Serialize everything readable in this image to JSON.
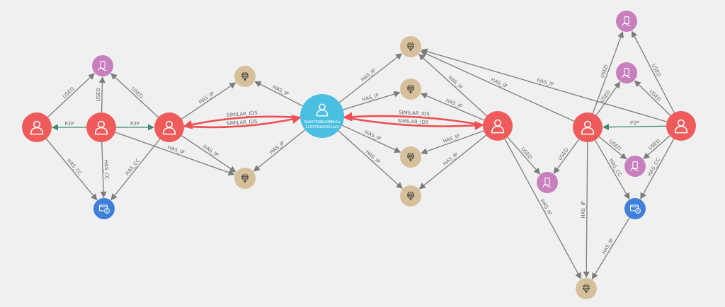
{
  "colors": {
    "person": "#ef5a5a",
    "focus": "#4bbfe1",
    "ip": "#d6c09b",
    "device": "#c77fbe",
    "card": "#3f7fd9",
    "edge": "#7c7c7c",
    "p2p_edge": "#3f8a68",
    "similar_edge": "#ee4f54"
  },
  "icons": {
    "person": "person-icon",
    "focus": "person-icon",
    "ip": "globe-pin-icon",
    "device": "phone-icon",
    "card": "credit-card-icon"
  },
  "nodes": [
    {
      "id": "p1",
      "type": "person"
    },
    {
      "id": "p2",
      "type": "person"
    },
    {
      "id": "p3",
      "type": "person"
    },
    {
      "id": "focus",
      "type": "focus",
      "label_line1": "0b927988b2488b1a",
      "label_line2": "1264793d0321cd0"
    },
    {
      "id": "p4",
      "type": "person"
    },
    {
      "id": "p5",
      "type": "person"
    },
    {
      "id": "p6",
      "type": "person"
    },
    {
      "id": "d1",
      "type": "device"
    },
    {
      "id": "d2",
      "type": "device"
    },
    {
      "id": "d3",
      "type": "device"
    },
    {
      "id": "d4",
      "type": "device"
    },
    {
      "id": "d5",
      "type": "device"
    },
    {
      "id": "c1",
      "type": "card"
    },
    {
      "id": "c2",
      "type": "card"
    },
    {
      "id": "ip1",
      "type": "ip"
    },
    {
      "id": "ip2",
      "type": "ip"
    },
    {
      "id": "ip3",
      "type": "ip"
    },
    {
      "id": "ip4",
      "type": "ip"
    },
    {
      "id": "ip5",
      "type": "ip"
    },
    {
      "id": "ip6",
      "type": "ip"
    },
    {
      "id": "ip7",
      "type": "ip"
    }
  ],
  "edges": [
    {
      "from": "p1",
      "to": "d1",
      "label": "USED"
    },
    {
      "from": "p2",
      "to": "d1",
      "label": "USED"
    },
    {
      "from": "p3",
      "to": "d1",
      "label": "USED"
    },
    {
      "from": "p2",
      "to": "p1",
      "label": "P2P",
      "kind": "p2p"
    },
    {
      "from": "p2",
      "to": "p3",
      "label": "P2P",
      "kind": "p2p"
    },
    {
      "from": "p1",
      "to": "c1",
      "label": "HAS_CC"
    },
    {
      "from": "p2",
      "to": "c1",
      "label": "HAS_CC"
    },
    {
      "from": "p3",
      "to": "c1",
      "label": "HAS_CC"
    },
    {
      "from": "p2",
      "to": "ip2",
      "label": "HAS_IP"
    },
    {
      "from": "p3",
      "to": "ip1",
      "label": "HAS_IP"
    },
    {
      "from": "p3",
      "to": "ip2",
      "label": "HAS_IP"
    },
    {
      "from": "focus",
      "to": "ip1",
      "label": "HAS_IP"
    },
    {
      "from": "focus",
      "to": "ip2",
      "label": "HAS_IP"
    },
    {
      "from": "focus",
      "to": "p3",
      "label": "SIMILAR_IDS",
      "kind": "sim",
      "curve": 1
    },
    {
      "from": "p3",
      "to": "focus",
      "label": "SIMILAR_IDS",
      "kind": "sim",
      "curve": 1
    },
    {
      "from": "focus",
      "to": "p4",
      "label": "SIMILAR_IDS",
      "kind": "sim",
      "curve": 1
    },
    {
      "from": "p4",
      "to": "focus",
      "label": "SIMILAR_IDS",
      "kind": "sim",
      "curve": 1
    },
    {
      "from": "focus",
      "to": "ip3",
      "label": "HAS_IP"
    },
    {
      "from": "focus",
      "to": "ip4",
      "label": "HAS_IP"
    },
    {
      "from": "focus",
      "to": "ip5",
      "label": "HAS_IP"
    },
    {
      "from": "focus",
      "to": "ip6",
      "label": "HAS_IP"
    },
    {
      "from": "p4",
      "to": "ip3",
      "label": "HAS_IP"
    },
    {
      "from": "p4",
      "to": "ip4",
      "label": "HAS_IP"
    },
    {
      "from": "p4",
      "to": "ip5",
      "label": "HAS_IP"
    },
    {
      "from": "p4",
      "to": "ip6",
      "label": "HAS_IP"
    },
    {
      "from": "p4",
      "to": "d4",
      "label": "USED"
    },
    {
      "from": "p4",
      "to": "ip7",
      "label": "HAS_IP"
    },
    {
      "from": "p5",
      "to": "ip3",
      "label": "HAS_IP"
    },
    {
      "from": "p6",
      "to": "ip3",
      "label": "HAS_IP"
    },
    {
      "from": "p5",
      "to": "d2",
      "label": "USED"
    },
    {
      "from": "p5",
      "to": "d3",
      "label": "USED"
    },
    {
      "from": "p5",
      "to": "d4",
      "label": "USED"
    },
    {
      "from": "p5",
      "to": "d5",
      "label": "USED"
    },
    {
      "from": "p5",
      "to": "c2",
      "label": "HAS_CC"
    },
    {
      "from": "p5",
      "to": "ip7",
      "label": "HAS_IP"
    },
    {
      "from": "p6",
      "to": "p5",
      "label": "P2P",
      "kind": "p2p"
    },
    {
      "from": "p6",
      "to": "d2",
      "label": "USED"
    },
    {
      "from": "p6",
      "to": "d3",
      "label": "USED"
    },
    {
      "from": "p6",
      "to": "d5",
      "label": "USED"
    },
    {
      "from": "p6",
      "to": "c2",
      "label": "HAS_CC"
    },
    {
      "from": "c2",
      "to": "ip7",
      "label": "HAS_IP"
    }
  ]
}
